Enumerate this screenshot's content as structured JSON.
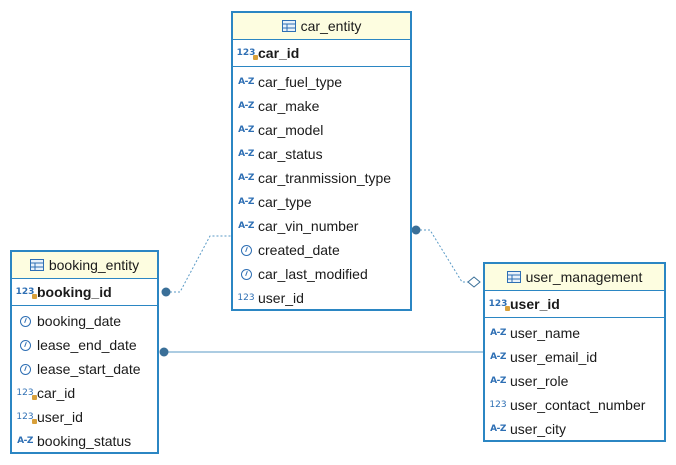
{
  "diagram": {
    "entities": [
      {
        "id": "car_entity",
        "name": "car_entity",
        "primary_key": {
          "name": "car_id",
          "type": "number-key"
        },
        "columns": [
          {
            "name": "car_fuel_type",
            "type": "text"
          },
          {
            "name": "car_make",
            "type": "text"
          },
          {
            "name": "car_model",
            "type": "text"
          },
          {
            "name": "car_status",
            "type": "text"
          },
          {
            "name": "car_tranmission_type",
            "type": "text"
          },
          {
            "name": "car_type",
            "type": "text"
          },
          {
            "name": "car_vin_number",
            "type": "text"
          },
          {
            "name": "created_date",
            "type": "datetime"
          },
          {
            "name": "car_last_modified",
            "type": "datetime"
          },
          {
            "name": "user_id",
            "type": "number"
          }
        ]
      },
      {
        "id": "booking_entity",
        "name": "booking_entity",
        "primary_key": {
          "name": "booking_id",
          "type": "number-key"
        },
        "columns": [
          {
            "name": "booking_date",
            "type": "datetime"
          },
          {
            "name": "lease_end_date",
            "type": "datetime"
          },
          {
            "name": "lease_start_date",
            "type": "datetime"
          },
          {
            "name": "car_id",
            "type": "number-key"
          },
          {
            "name": "user_id",
            "type": "number-key"
          },
          {
            "name": "booking_status",
            "type": "text"
          }
        ]
      },
      {
        "id": "user_management",
        "name": "user_management",
        "primary_key": {
          "name": "user_id",
          "type": "number-key"
        },
        "columns": [
          {
            "name": "user_name",
            "type": "text"
          },
          {
            "name": "user_email_id",
            "type": "text"
          },
          {
            "name": "user_role",
            "type": "text"
          },
          {
            "name": "user_contact_number",
            "type": "number"
          },
          {
            "name": "user_city",
            "type": "text"
          }
        ]
      }
    ],
    "relationships": [
      {
        "from": "booking_entity",
        "to": "car_entity",
        "style": "dotted"
      },
      {
        "from": "car_entity",
        "to": "user_management",
        "style": "dotted"
      },
      {
        "from": "booking_entity",
        "to": "user_management",
        "style": "solid"
      }
    ],
    "icon_labels": {
      "text": "A-Z",
      "number": "123"
    },
    "colors": {
      "border": "#2b86c3",
      "header_bg": "#fdfde0",
      "connector": "#3a7ca5",
      "icon": "#2e6fb4"
    }
  }
}
